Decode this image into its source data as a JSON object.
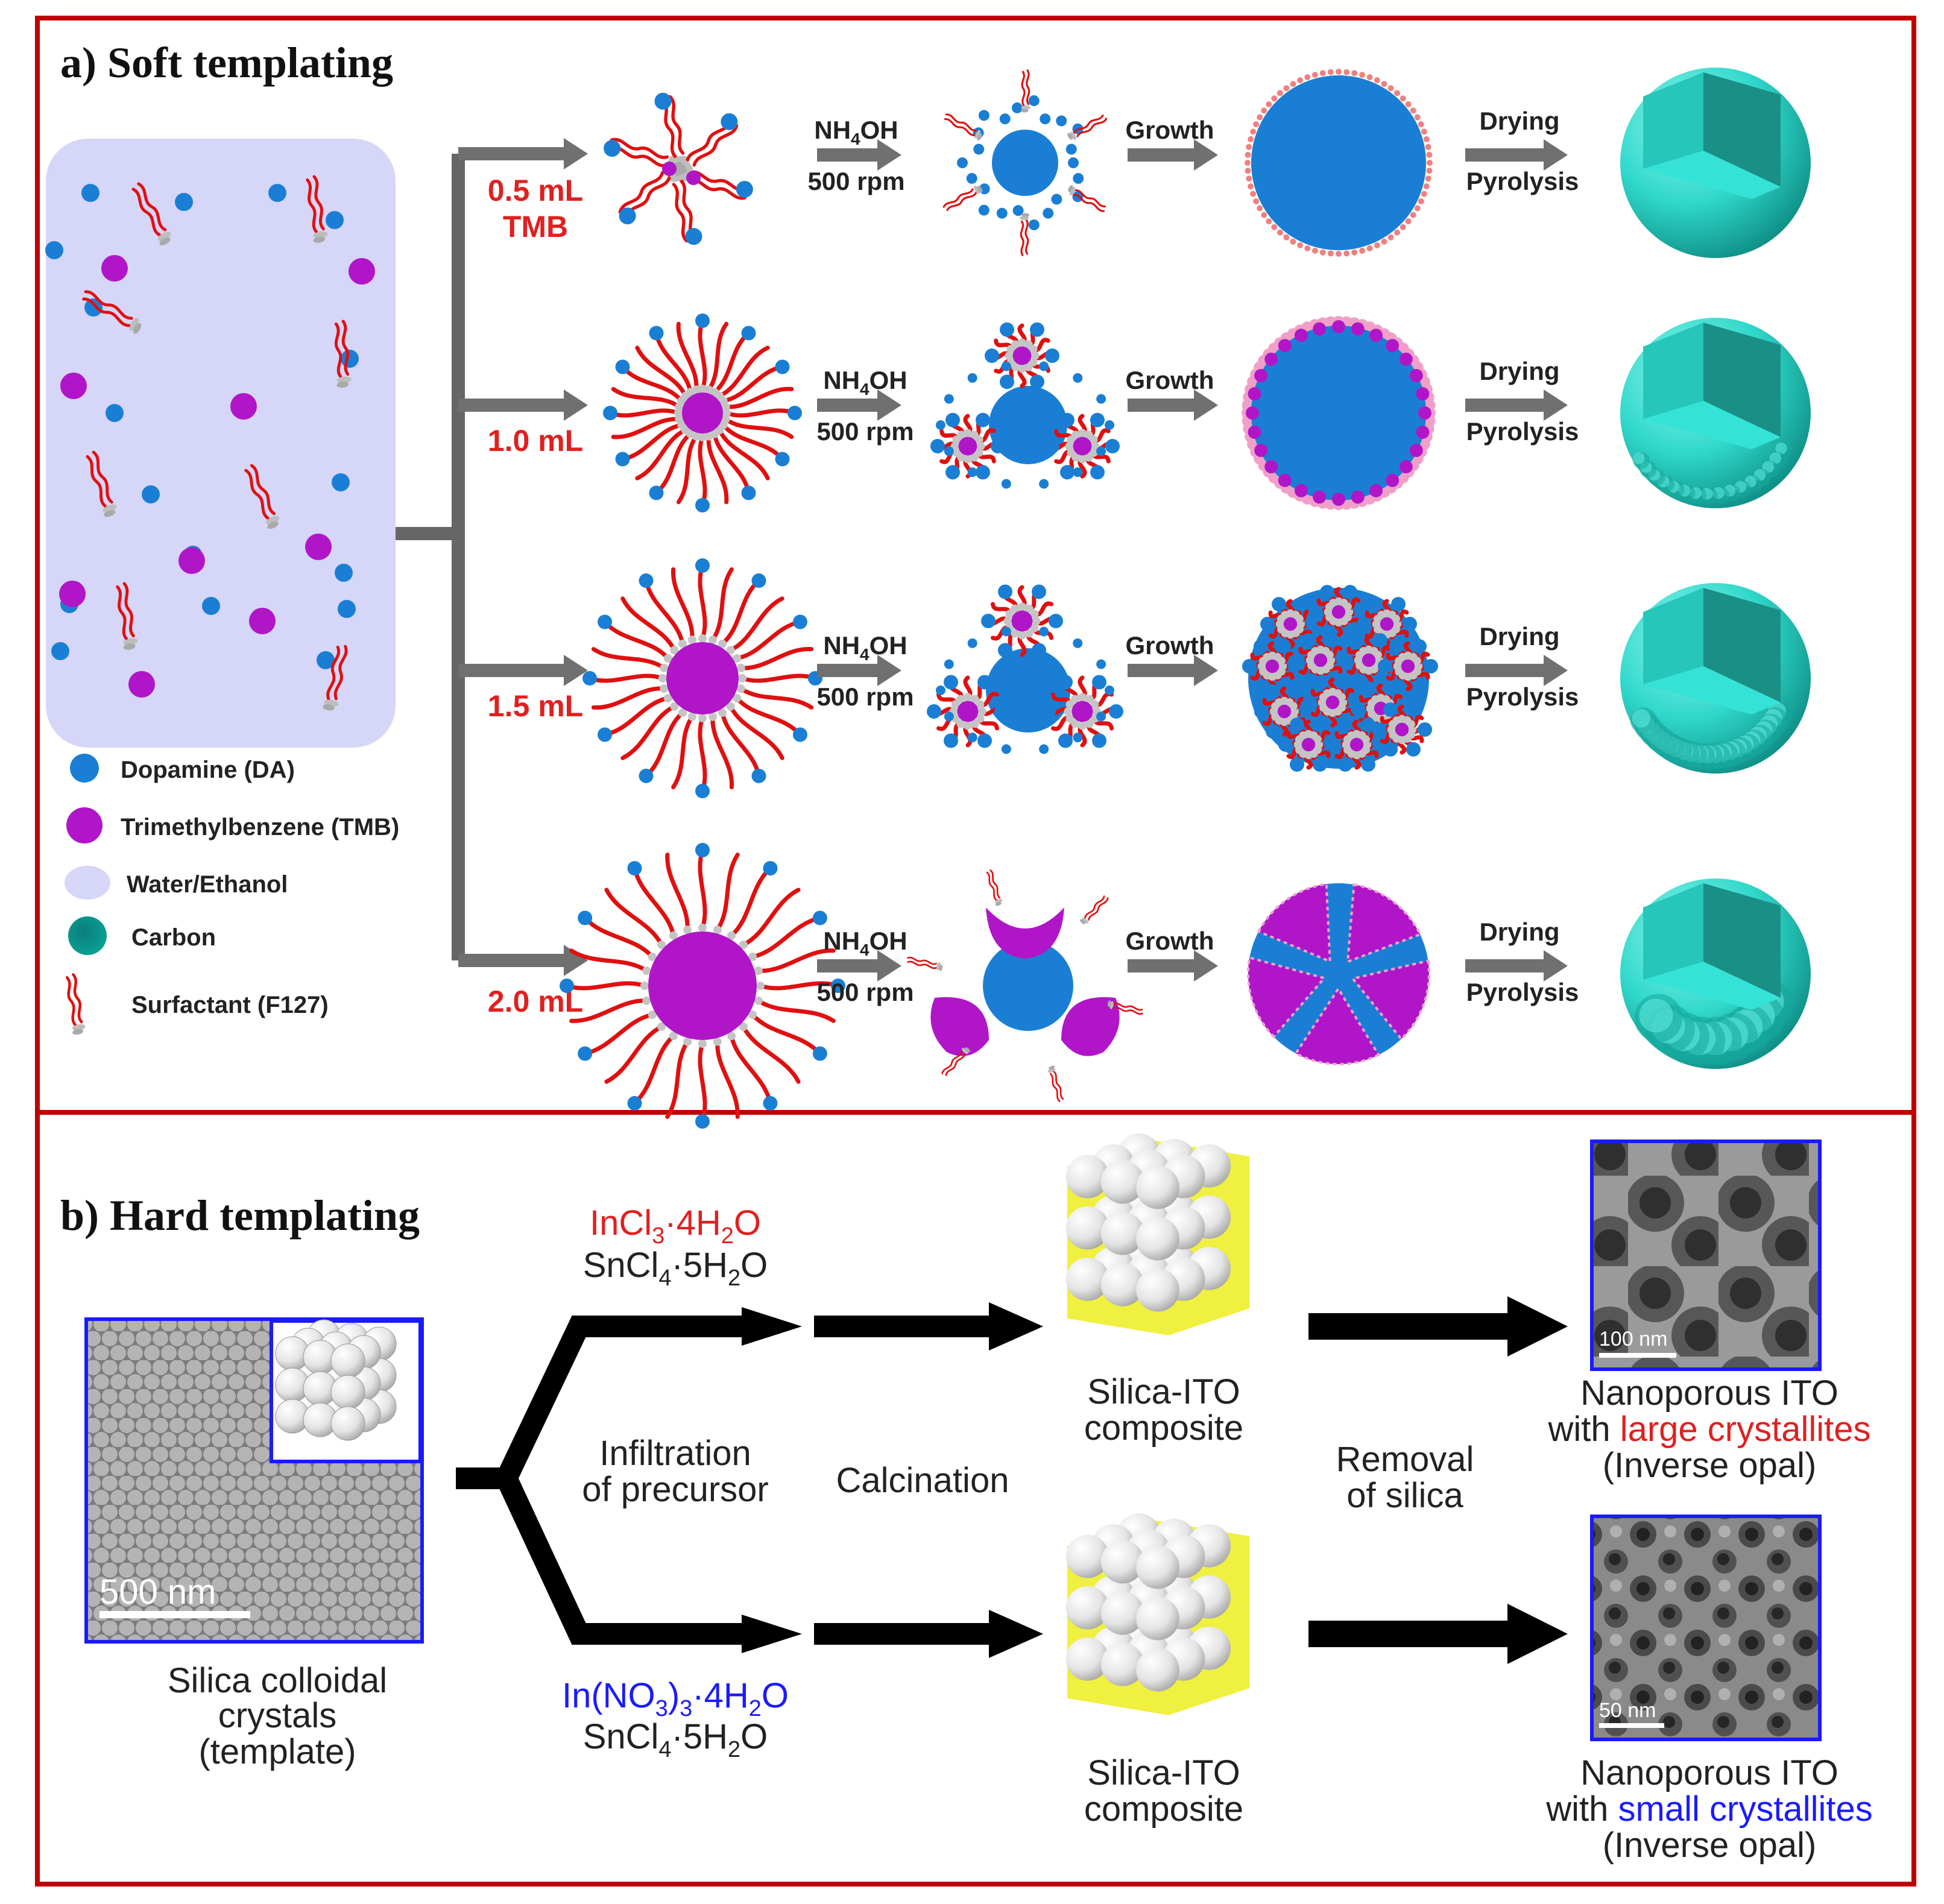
{
  "panel_a": {
    "title": "a) Soft templating",
    "rows": [
      {
        "volume_line1": "0.5 mL",
        "volume_line2": "TMB",
        "reagent_main": "NH",
        "reagent_sub": "4",
        "reagent_tail": "OH",
        "speed": "500 rpm",
        "step2": "Growth",
        "step3_line1": "Drying",
        "step3_line2": "Pyrolysis"
      },
      {
        "volume_line1": "1.0 mL",
        "volume_line2": "",
        "reagent_main": "NH",
        "reagent_sub": "4",
        "reagent_tail": "OH",
        "speed": "500 rpm",
        "step2": "Growth",
        "step3_line1": "Drying",
        "step3_line2": "Pyrolysis"
      },
      {
        "volume_line1": "1.5 mL",
        "volume_line2": "",
        "reagent_main": "NH",
        "reagent_sub": "4",
        "reagent_tail": "OH",
        "speed": "500 rpm",
        "step2": "Growth",
        "step3_line1": "Drying",
        "step3_line2": "Pyrolysis"
      },
      {
        "volume_line1": "2.0 mL",
        "volume_line2": "",
        "reagent_main": "NH",
        "reagent_sub": "4",
        "reagent_tail": "OH",
        "speed": "500 rpm",
        "step2": "Growth",
        "step3_line1": "Drying",
        "step3_line2": "Pyrolysis"
      }
    ],
    "legend": [
      {
        "label": "Dopamine (DA)",
        "icon": "blue-dot-icon"
      },
      {
        "label": "Trimethylbenzene (TMB)",
        "icon": "purple-dot-icon"
      },
      {
        "label": "Water/Ethanol",
        "icon": "lavender-ellipse-icon"
      },
      {
        "label": "Carbon",
        "icon": "teal-sphere-icon"
      },
      {
        "label": "Surfactant (F127)",
        "icon": "surfactant-icon"
      }
    ]
  },
  "panel_b": {
    "title": "b) Hard templating",
    "template_label": [
      "Silica colloidal",
      "crystals",
      "(template)"
    ],
    "scale_template": "500 nm",
    "precursor_top": {
      "line1_a": "InCl",
      "line1_sub": "3",
      "line1_b": "·4H",
      "line1_sub2": "2",
      "line1_c": "O",
      "line2_a": "SnCl",
      "line2_sub": "4",
      "line2_b": "·5H",
      "line2_sub2": "2",
      "line2_c": "O"
    },
    "precursor_bottom": {
      "line1_a": "In(NO",
      "line1_sub": "3",
      "line1_b": ")",
      "line1_sub2": "3",
      "line1_c": "·4H",
      "line1_sub3": "2",
      "line1_d": "O",
      "line2_a": "SnCl",
      "line2_sub": "4",
      "line2_b": "·5H",
      "line2_sub2": "2",
      "line2_c": "O"
    },
    "step_infiltration": [
      "Infiltration",
      "of precursor"
    ],
    "step_calcination": "Calcination",
    "composite_label": [
      "Silica-ITO",
      "composite"
    ],
    "step_removal": [
      "Removal",
      "of silica"
    ],
    "result_top": {
      "line1": "Nanoporous ITO",
      "prefix": "with ",
      "highlight": "large crystallites",
      "line3": "(Inverse opal)",
      "scale": "100 nm"
    },
    "result_bottom": {
      "line1": "Nanoporous ITO",
      "prefix": "with ",
      "highlight": "small crystallites",
      "line3": "(Inverse opal)",
      "scale": "50 nm"
    }
  },
  "colors": {
    "frame": "#c00000",
    "arrow": "#707070",
    "red": "#e02020",
    "blue": "#1a1aff",
    "dopamine": "#1a7fd4",
    "tmb": "#b016c8",
    "carbon": "#2ad6c8",
    "lavender": "#d6d6f8"
  }
}
